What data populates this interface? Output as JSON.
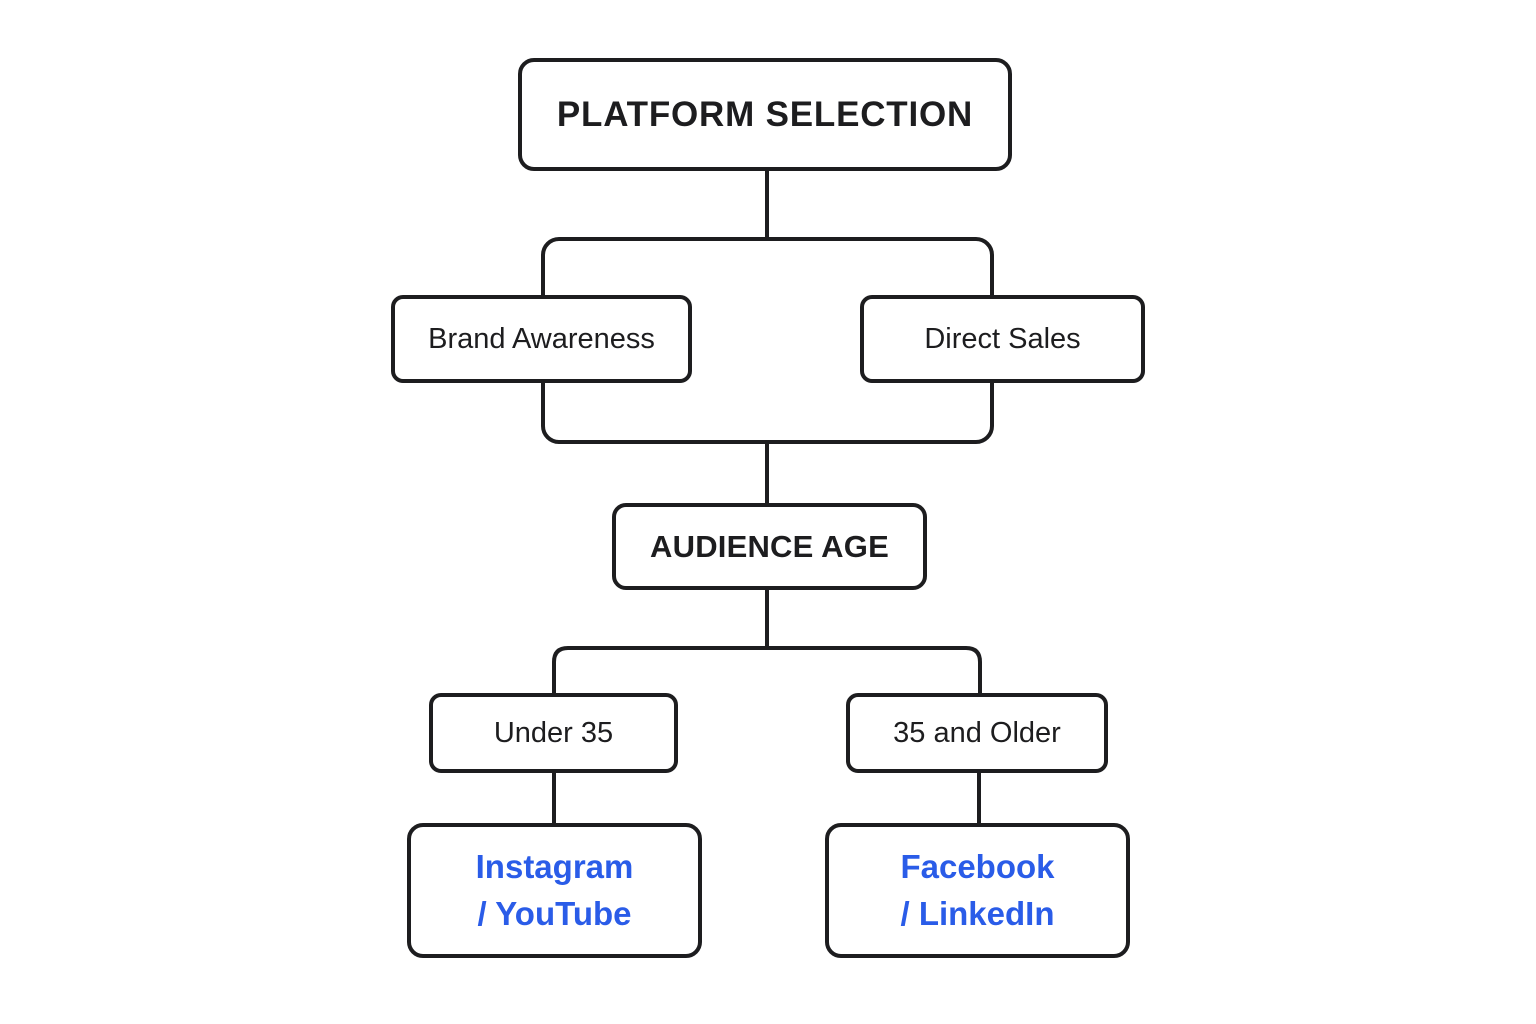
{
  "meta": {
    "background_color": "#ffffff",
    "line_color": "#1d1d1f",
    "text_color": "#1d1d1f",
    "platform_text_color": "#2a5ce8",
    "node_fill_color": "#ffffff"
  },
  "nodes": {
    "root": {
      "label": "PLATFORM SELECTION"
    },
    "brand_awareness": {
      "label": "Brand Awareness"
    },
    "direct_sales": {
      "label": "Direct Sales"
    },
    "audience_age": {
      "label": "AUDIENCE AGE"
    },
    "under_35": {
      "label": "Under 35"
    },
    "older_35": {
      "label": "35 and Older"
    },
    "young_platforms": {
      "line1": "Instagram",
      "line2": "/ YouTube"
    },
    "older_platforms": {
      "line1": "Facebook",
      "line2": "/ LinkedIn"
    }
  },
  "edges": [
    [
      "root",
      "brand_awareness"
    ],
    [
      "root",
      "direct_sales"
    ],
    [
      "brand_awareness",
      "audience_age"
    ],
    [
      "direct_sales",
      "audience_age"
    ],
    [
      "audience_age",
      "under_35"
    ],
    [
      "audience_age",
      "older_35"
    ],
    [
      "under_35",
      "young_platforms"
    ],
    [
      "older_35",
      "older_platforms"
    ]
  ]
}
